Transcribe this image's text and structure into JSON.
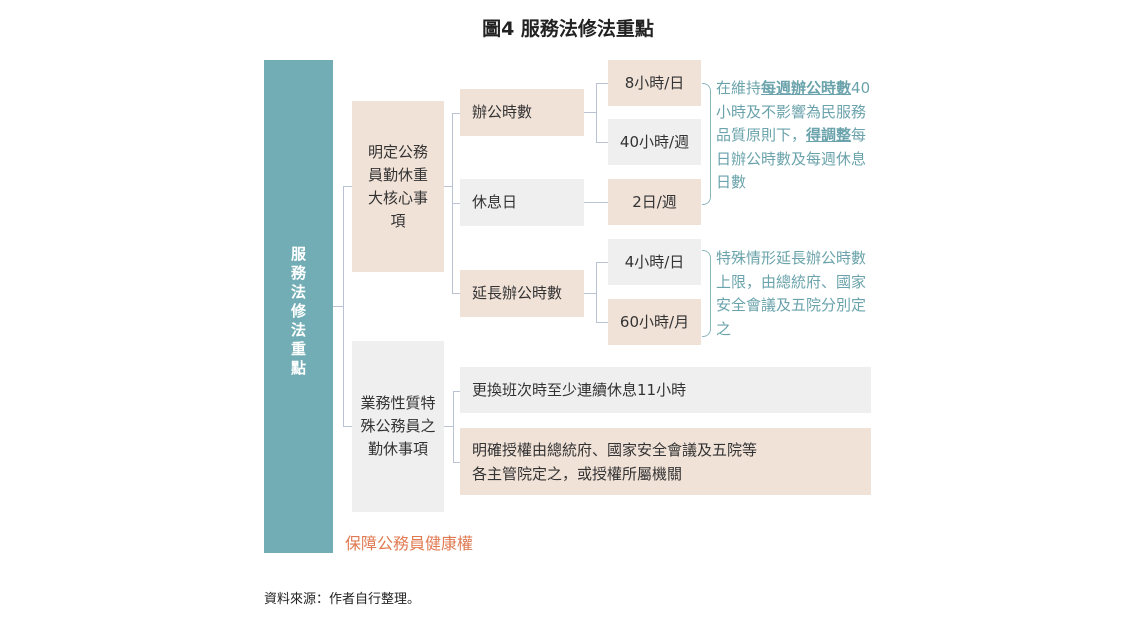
{
  "title": "圖4 服務法修法重點",
  "root": "服務法修法重點",
  "branches": [
    {
      "label": "明定公務員勤休重大核心事項",
      "children": [
        {
          "label": "辦公時數",
          "values": [
            "8小時/日",
            "40小時/週"
          ]
        },
        {
          "label": "休息日",
          "values": [
            "2日/週"
          ]
        },
        {
          "label": "延長辦公時數",
          "values": [
            "4小時/日",
            "60小時/月"
          ]
        }
      ]
    },
    {
      "label": "業務性質特殊公務員之勤休事項",
      "children": [
        {
          "label": "更換班次時至少連續休息11小時"
        },
        {
          "label": "明確授權由總統府、國家安全會議及五院等各主管院定之，或授權所屬機關"
        }
      ]
    }
  ],
  "notes": {
    "note1": {
      "p1": "在維持",
      "b1": "每週辦公時數",
      "p2": "40小時及不影響為民服務品質原則下，",
      "b2": "得調整",
      "p3": "每日辦公時數及每週休息日數"
    },
    "note2": "特殊情形延長辦公時數上限，由總統府、國家安全會議及五院分別定之"
  },
  "footer_label": "保障公務員健康權",
  "source": "資料來源：作者自行整理。",
  "colors": {
    "teal": "#72adb5",
    "peach": "#f1e2d8",
    "gray": "#efefef",
    "orange": "#e07a52",
    "note": "#6aa3ab"
  }
}
